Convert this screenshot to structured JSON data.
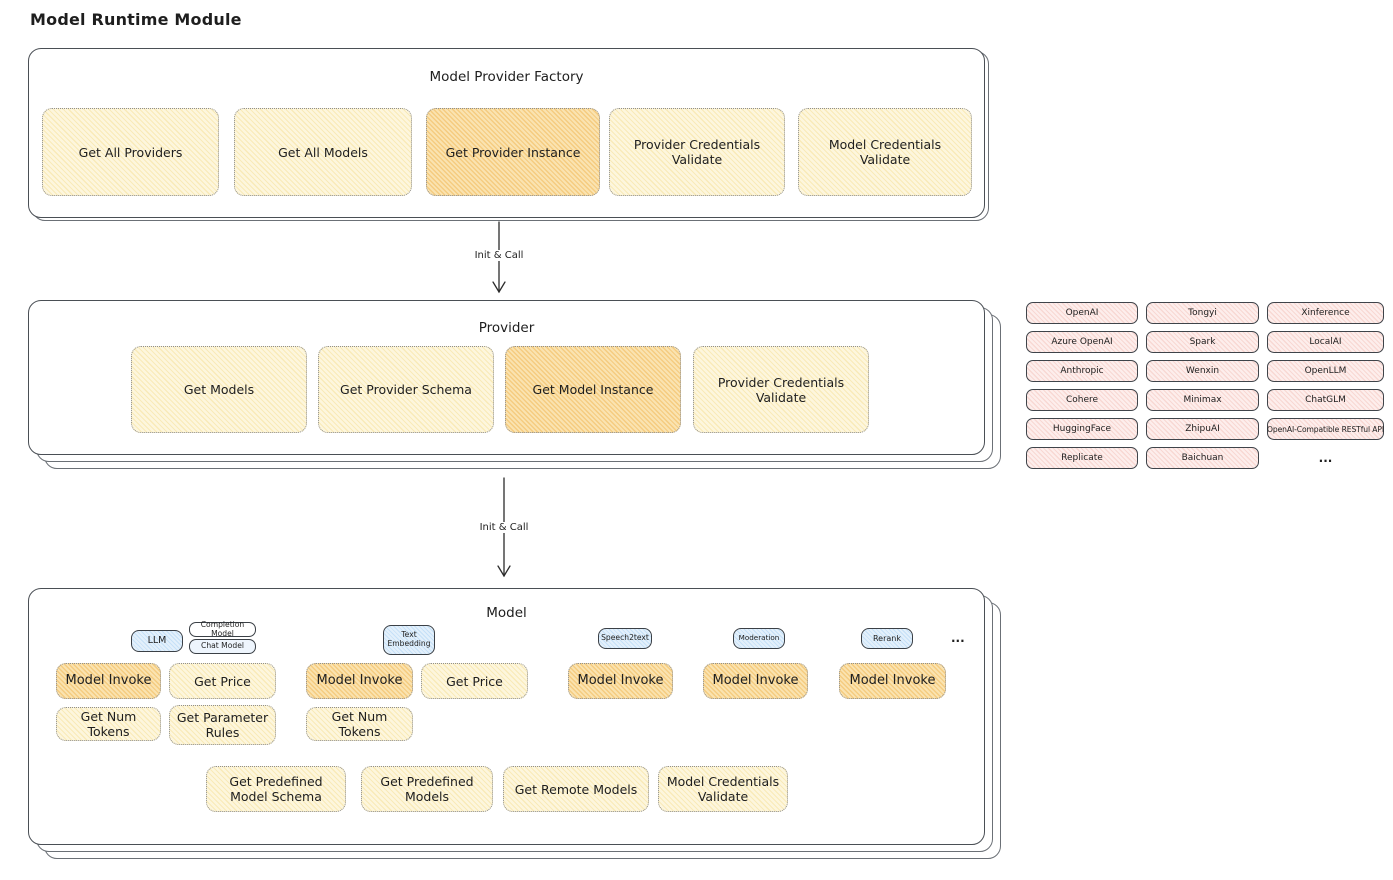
{
  "colors": {
    "ink": "#1e1e1e",
    "yellow_fill": "#fdf6dd",
    "orange_fill": "#fae3b0",
    "pink_fill": "#fdeeec",
    "blue_fill": "#e3f0fb"
  },
  "page": {
    "title": "Model Runtime Module"
  },
  "factory": {
    "title": "Model Provider Factory",
    "items": [
      "Get All Providers",
      "Get All Models",
      "Get Provider Instance",
      "Provider Credentials Validate",
      "Model Credentials Validate"
    ]
  },
  "arrows": {
    "init_call_1": "Init & Call",
    "init_call_2": "Init & Call"
  },
  "provider": {
    "title": "Provider",
    "items": [
      "Get Models",
      "Get Provider Schema",
      "Get Model Instance",
      "Provider Credentials Validate"
    ]
  },
  "providers": {
    "cells": [
      "OpenAI",
      "Tongyi",
      "Xinference",
      "Azure OpenAI",
      "Spark",
      "LocalAI",
      "Anthropic",
      "Wenxin",
      "OpenLLM",
      "Cohere",
      "Minimax",
      "ChatGLM",
      "HuggingFace",
      "ZhipuAI",
      "OpenAI-Compatible RESTful API",
      "Replicate",
      "Baichuan",
      "..."
    ]
  },
  "model": {
    "title": "Model",
    "types": {
      "llm": "LLM",
      "completion": "Completion Model",
      "chat": "Chat Model",
      "embedding": "Text Embedding",
      "speech": "Speech2text",
      "moderation": "Moderation",
      "rerank": "Rerank",
      "more": "..."
    },
    "ops": {
      "model_invoke": "Model Invoke",
      "get_price": "Get Price",
      "get_num_tokens": "Get Num Tokens",
      "get_parameter_rules": "Get Parameter Rules",
      "get_predefined_model_schema": "Get Predefined Model Schema",
      "get_predefined_models": "Get Predefined Models",
      "get_remote_models": "Get Remote Models",
      "model_credentials_validate": "Model Credentials Validate"
    }
  }
}
